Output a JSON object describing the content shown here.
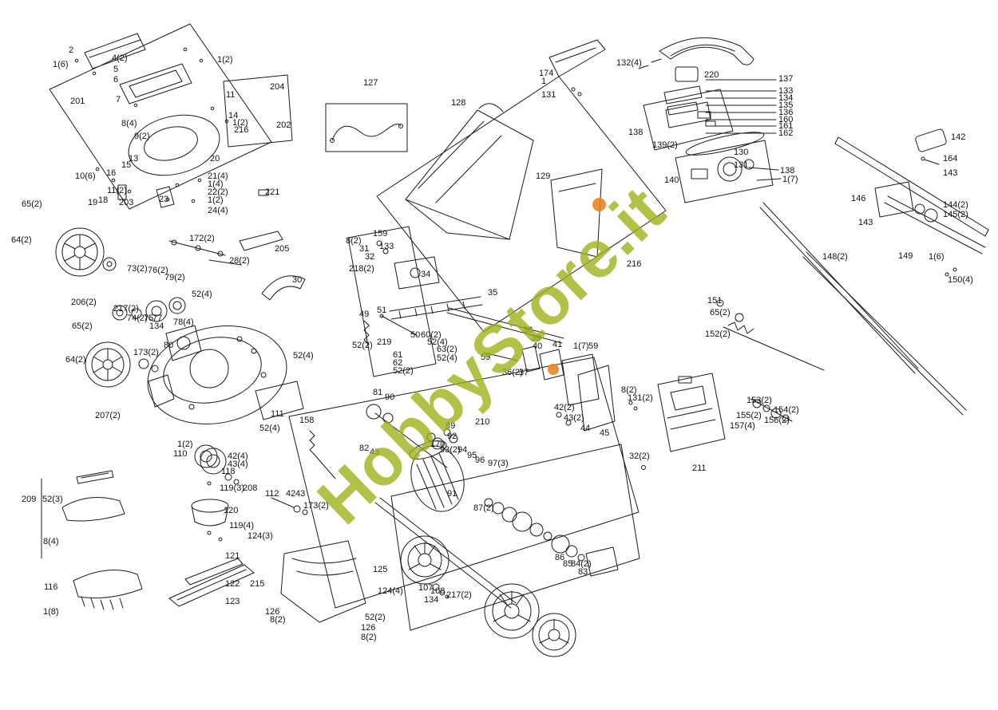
{
  "watermark": {
    "text": "HobbyStore.it",
    "color": "#9db117",
    "dot_color": "#e67e1a"
  },
  "diagram": {
    "line_color": "#1b1b1b",
    "background": "#ffffff"
  },
  "labels": [
    [
      "2",
      86,
      58
    ],
    [
      "4(2)",
      140,
      68
    ],
    [
      "1(6)",
      66,
      76
    ],
    [
      "5",
      142,
      82
    ],
    [
      "6",
      142,
      95
    ],
    [
      "1(2)",
      272,
      70
    ],
    [
      "201",
      88,
      122
    ],
    [
      "7",
      145,
      120
    ],
    [
      "204",
      338,
      104
    ],
    [
      "11",
      283,
      114
    ],
    [
      "8(4)",
      152,
      150
    ],
    [
      "14",
      286,
      140
    ],
    [
      "1(2)",
      291,
      149
    ],
    [
      "216",
      293,
      158
    ],
    [
      "9(2)",
      168,
      166
    ],
    [
      "202",
      346,
      152
    ],
    [
      "20",
      263,
      194
    ],
    [
      "10(6)",
      94,
      216
    ],
    [
      "16",
      133,
      212
    ],
    [
      "15",
      152,
      202
    ],
    [
      "13",
      161,
      194
    ],
    [
      "21(4)",
      260,
      216
    ],
    [
      "1(4)",
      260,
      226
    ],
    [
      "22(2)",
      260,
      236
    ],
    [
      "11(2)",
      134,
      234
    ],
    [
      "19",
      110,
      249
    ],
    [
      "18",
      123,
      246
    ],
    [
      "203",
      149,
      249
    ],
    [
      "23",
      199,
      245
    ],
    [
      "1(2)",
      260,
      246
    ],
    [
      "24(4)",
      260,
      259
    ],
    [
      "221",
      332,
      236
    ],
    [
      "65(2)",
      27,
      251
    ],
    [
      "64(2)",
      14,
      296
    ],
    [
      "172(2)",
      237,
      294
    ],
    [
      "205",
      344,
      307
    ],
    [
      "28(2)",
      287,
      322
    ],
    [
      "73(2)",
      159,
      332
    ],
    [
      "76(2)",
      185,
      334
    ],
    [
      "79(2)",
      206,
      343
    ],
    [
      "30",
      366,
      346
    ],
    [
      "206(2)",
      89,
      374
    ],
    [
      "52(4)",
      240,
      364
    ],
    [
      "217(2)",
      142,
      382
    ],
    [
      "74(2)",
      159,
      394
    ],
    [
      "75",
      180,
      394
    ],
    [
      "77",
      191,
      394
    ],
    [
      "134",
      187,
      404
    ],
    [
      "78(4)",
      217,
      399
    ],
    [
      "65(2)",
      90,
      404
    ],
    [
      "80",
      205,
      428
    ],
    [
      "64(2)",
      82,
      446
    ],
    [
      "173(2)",
      167,
      437
    ],
    [
      "52(4)",
      367,
      441
    ],
    [
      "207(2)",
      119,
      516
    ],
    [
      "111",
      339,
      514
    ],
    [
      "52(4)",
      325,
      532
    ],
    [
      "158",
      375,
      522
    ],
    [
      "1(2)",
      222,
      552
    ],
    [
      "110",
      217,
      564
    ],
    [
      "42(4)",
      285,
      567
    ],
    [
      "43(4)",
      285,
      577
    ],
    [
      "118",
      277,
      586
    ],
    [
      "119(3)",
      275,
      607
    ],
    [
      "208",
      304,
      607
    ],
    [
      "112",
      332,
      614
    ],
    [
      "42",
      358,
      614
    ],
    [
      "43",
      370,
      614
    ],
    [
      "173(2)",
      380,
      629
    ],
    [
      "120",
      280,
      635
    ],
    [
      "209",
      27,
      621
    ],
    [
      "52(3)",
      53,
      621
    ],
    [
      "8(4)",
      54,
      674
    ],
    [
      "119(4)",
      287,
      654
    ],
    [
      "124(3)",
      310,
      667
    ],
    [
      "121",
      282,
      692
    ],
    [
      "116",
      55,
      731
    ],
    [
      "122",
      282,
      727
    ],
    [
      "215",
      313,
      727
    ],
    [
      "125",
      467,
      709
    ],
    [
      "123",
      282,
      749
    ],
    [
      "124(4)",
      473,
      736
    ],
    [
      "1(8)",
      54,
      762
    ],
    [
      "126",
      332,
      762
    ],
    [
      "8(2)",
      338,
      772
    ],
    [
      "52(2)",
      457,
      769
    ],
    [
      "126",
      452,
      782
    ],
    [
      "8(2)",
      452,
      794
    ],
    [
      "127",
      455,
      99
    ],
    [
      "128",
      565,
      124
    ],
    [
      "129",
      671,
      216
    ],
    [
      "8(2)",
      433,
      297
    ],
    [
      "159",
      467,
      288
    ],
    [
      "31",
      450,
      307
    ],
    [
      "133",
      475,
      304
    ],
    [
      "32",
      457,
      317
    ],
    [
      "218(2)",
      437,
      332
    ],
    [
      "34",
      527,
      339
    ],
    [
      "35",
      611,
      362
    ],
    [
      "49",
      450,
      389
    ],
    [
      "51",
      472,
      384
    ],
    [
      "219",
      472,
      424
    ],
    [
      "50",
      514,
      415
    ],
    [
      "60(2)",
      527,
      415
    ],
    [
      "52(2)",
      441,
      428
    ],
    [
      "52(4)",
      535,
      424
    ],
    [
      "63(2)",
      547,
      433
    ],
    [
      "61",
      492,
      440
    ],
    [
      "62",
      492,
      450
    ],
    [
      "52(4)",
      547,
      444
    ],
    [
      "52(2)",
      492,
      460
    ],
    [
      "59",
      602,
      443
    ],
    [
      "38",
      655,
      409
    ],
    [
      "39",
      665,
      419
    ],
    [
      "40",
      667,
      429
    ],
    [
      "41",
      692,
      427
    ],
    [
      "36(2)",
      629,
      462
    ],
    [
      "37",
      650,
      462
    ],
    [
      "1(7)",
      718,
      429
    ],
    [
      "59",
      737,
      429
    ],
    [
      "216",
      785,
      326
    ],
    [
      "81",
      467,
      487
    ],
    [
      "90",
      482,
      493
    ],
    [
      "82",
      450,
      557
    ],
    [
      "43",
      463,
      562
    ],
    [
      "89",
      558,
      529
    ],
    [
      "92",
      560,
      542
    ],
    [
      "170",
      539,
      552
    ],
    [
      "93(2)",
      551,
      559
    ],
    [
      "94",
      573,
      559
    ],
    [
      "95",
      585,
      566
    ],
    [
      "96",
      595,
      572
    ],
    [
      "210",
      595,
      524
    ],
    [
      "97(3)",
      611,
      576
    ],
    [
      "91",
      560,
      614
    ],
    [
      "87(2)",
      593,
      632
    ],
    [
      "86",
      695,
      694
    ],
    [
      "85",
      705,
      702
    ],
    [
      "84(2)",
      715,
      702
    ],
    [
      "83",
      724,
      712
    ],
    [
      "107",
      524,
      732
    ],
    [
      "108",
      539,
      736
    ],
    [
      "134",
      531,
      747
    ],
    [
      "217(2)",
      559,
      741
    ],
    [
      "42(2)",
      694,
      506
    ],
    [
      "43(2)",
      706,
      519
    ],
    [
      "44",
      727,
      532
    ],
    [
      "45",
      751,
      538
    ],
    [
      "8(2)",
      778,
      484
    ],
    [
      "131(2)",
      786,
      494
    ],
    [
      "32(2)",
      788,
      567
    ],
    [
      "211",
      867,
      582
    ],
    [
      "174",
      675,
      87
    ],
    [
      "1",
      678,
      97
    ],
    [
      "131",
      678,
      114
    ],
    [
      "132(4)",
      772,
      74
    ],
    [
      "220",
      882,
      89
    ],
    [
      "137",
      975,
      94
    ],
    [
      "133",
      975,
      109
    ],
    [
      "134",
      975,
      118
    ],
    [
      "135",
      975,
      127
    ],
    [
      "136",
      975,
      136
    ],
    [
      "160",
      975,
      145
    ],
    [
      "161",
      975,
      153
    ],
    [
      "162",
      975,
      162
    ],
    [
      "138",
      787,
      161
    ],
    [
      "139(2)",
      817,
      177
    ],
    [
      "130",
      919,
      186
    ],
    [
      "131",
      919,
      202
    ],
    [
      "138",
      977,
      209
    ],
    [
      "1(7)",
      980,
      220
    ],
    [
      "140",
      832,
      221
    ],
    [
      "142",
      1191,
      167
    ],
    [
      "164",
      1181,
      194
    ],
    [
      "143",
      1181,
      212
    ],
    [
      "146",
      1066,
      244
    ],
    [
      "144(2)",
      1181,
      252
    ],
    [
      "145(2)",
      1181,
      264
    ],
    [
      "143",
      1075,
      274
    ],
    [
      "148(2)",
      1030,
      317
    ],
    [
      "149",
      1125,
      316
    ],
    [
      "1(6)",
      1163,
      317
    ],
    [
      "150(4)",
      1187,
      346
    ],
    [
      "151",
      886,
      372
    ],
    [
      "65(2)",
      889,
      387
    ],
    [
      "152(2)",
      883,
      414
    ],
    [
      "153(2)",
      935,
      497
    ],
    [
      "154(2)",
      969,
      509
    ],
    [
      "155(2)",
      922,
      516
    ],
    [
      "156(2)",
      957,
      522
    ],
    [
      "157(4)",
      914,
      529
    ]
  ]
}
